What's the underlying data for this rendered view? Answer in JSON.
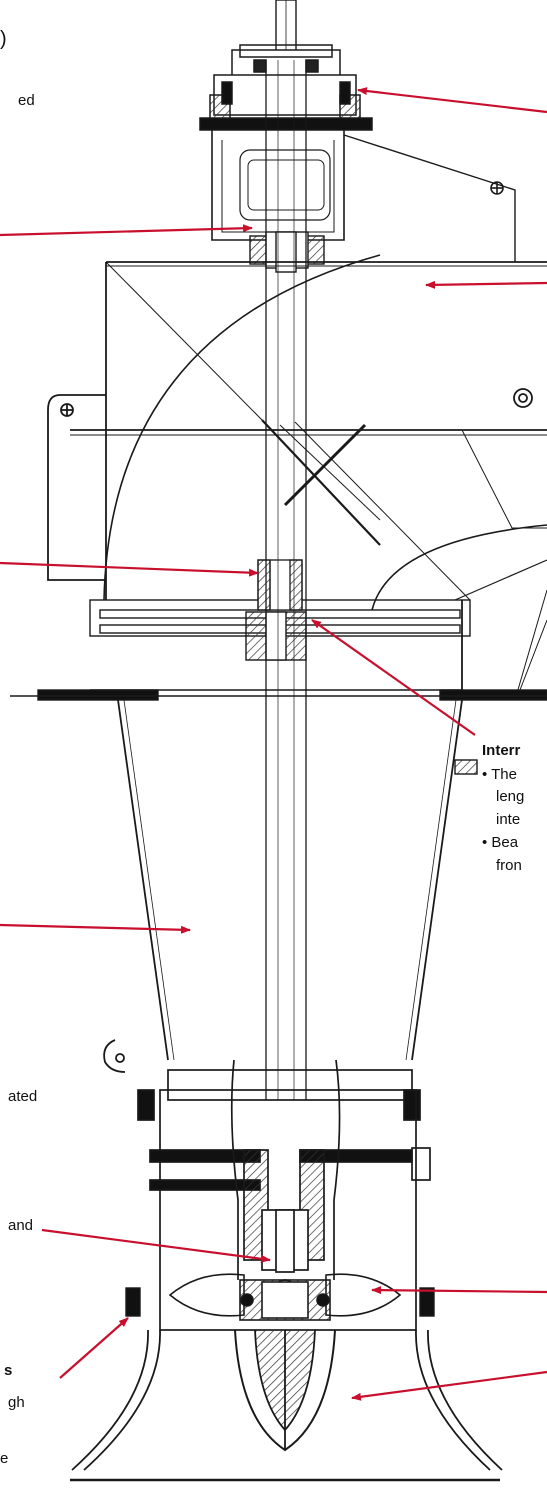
{
  "labels": {
    "top_left_fragment": ")",
    "left_fragment_1": "ed",
    "left_fragment_2": "ated",
    "left_fragment_3": "and",
    "left_fragment_4": "s",
    "left_fragment_5": "gh",
    "left_fragment_6": "e",
    "right_heading": "Interr",
    "right_line_1": "• The",
    "right_line_2": "leng",
    "right_line_3": "inte",
    "right_line_4": "• Bea",
    "right_line_5": "fron"
  },
  "colors": {
    "arrow": "#c8102e",
    "line": "#1a1a1a",
    "hatch": "#333333"
  }
}
